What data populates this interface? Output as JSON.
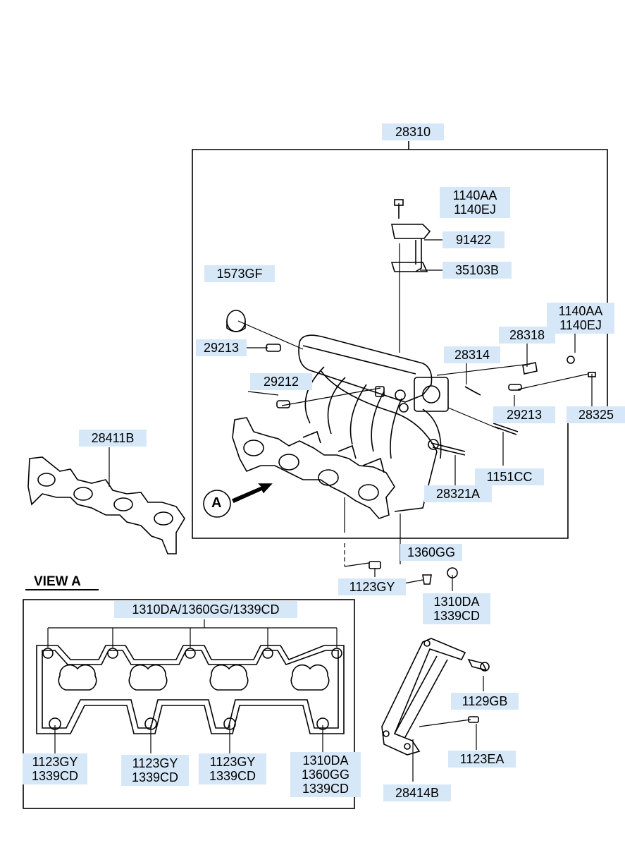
{
  "view_label": "VIEW A",
  "callout_letter": "A",
  "parts": {
    "p28310": "28310",
    "p1140aa_top": [
      "1140AA",
      "1140EJ"
    ],
    "p91422": "91422",
    "p35103b": "35103B",
    "p1573gf": "1573GF",
    "p1140aa_right": [
      "1140AA",
      "1140EJ"
    ],
    "p28318": "28318",
    "p29213_left": "29213",
    "p28314": "28314",
    "p29212": "29212",
    "p29213_right": "29213",
    "p28325": "28325",
    "p28411b": "28411B",
    "p1151cc": "1151CC",
    "p28321a": "28321A",
    "p1360gg": "1360GG",
    "p1123gy": "1123GY",
    "p1310da": [
      "1310DA",
      "1339CD"
    ],
    "viewa_top": "1310DA/1360GG/1339CD",
    "viewa_b1": [
      "1123GY",
      "1339CD"
    ],
    "viewa_b2": [
      "1123GY",
      "1339CD"
    ],
    "viewa_b3": [
      "1123GY",
      "1339CD"
    ],
    "viewa_b4": [
      "1310DA",
      "1360GG",
      "1339CD"
    ],
    "p1129gb": "1129GB",
    "p1123ea": "1123EA",
    "p28414b": "28414B"
  }
}
